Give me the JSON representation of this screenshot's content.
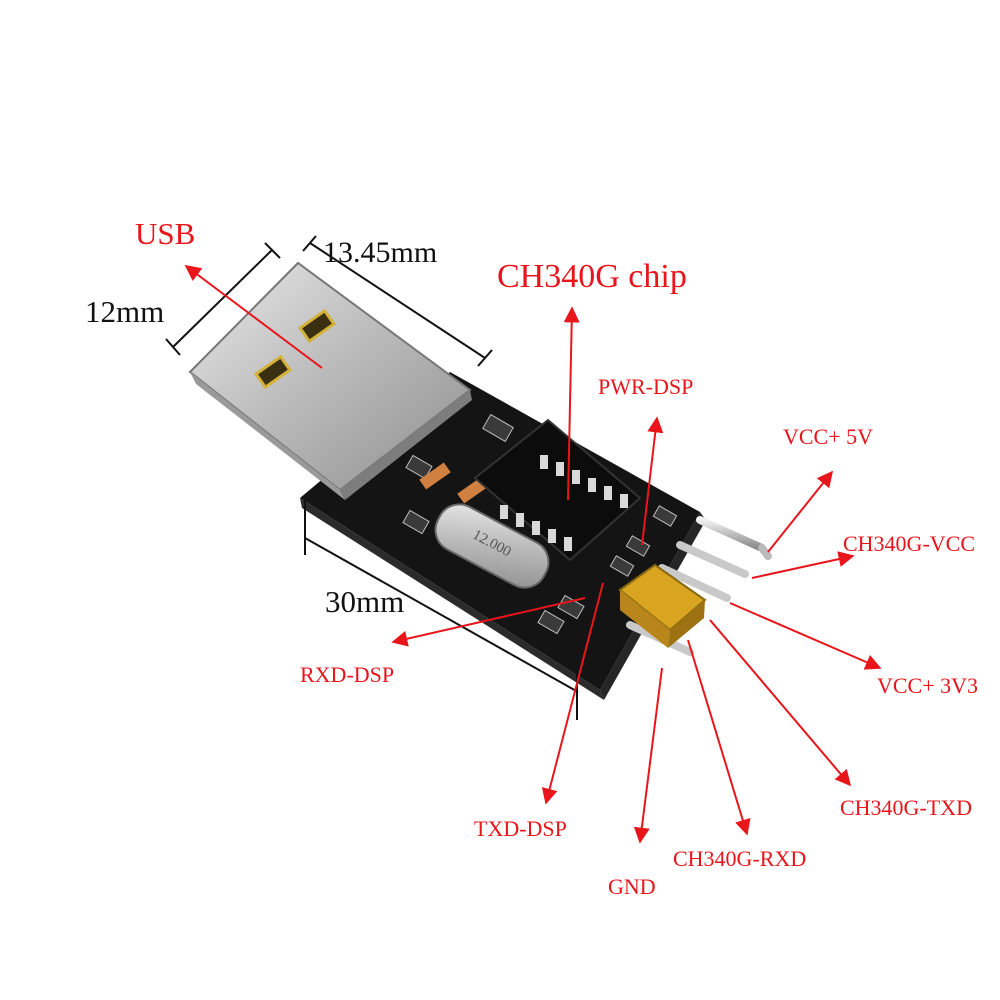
{
  "labels": {
    "usb": "USB",
    "width": "12mm",
    "depth": "13.45mm",
    "length": "30mm",
    "chip": "CH340G chip",
    "pwr_dsp": "PWR-DSP",
    "vcc_5v": "VCC+ 5V",
    "ch340g_vcc": "CH340G-VCC",
    "vcc_3v3": "VCC+ 3V3",
    "rxd_dsp": "RXD-DSP",
    "txd_dsp": "TXD-DSP",
    "gnd": "GND",
    "ch340g_rxd": "CH340G-RXD",
    "ch340g_txd": "CH340G-TXD",
    "crystal": "12.000"
  },
  "colors": {
    "annotation": "#e8151b",
    "dimension": "#111111",
    "pcb": "#141414",
    "usb_metal": "#cfcfcf",
    "jumper": "#d9a520"
  }
}
